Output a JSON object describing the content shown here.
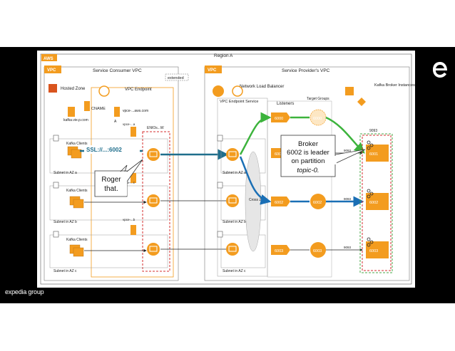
{
  "region": {
    "cloud_label": "AWS",
    "title": "Region A"
  },
  "consumer_vpc": {
    "badge": "VPC",
    "title": "Service Consumer VPC"
  },
  "provider_vpc": {
    "badge": "VPC",
    "title": "Service Provider's VPC"
  },
  "peering_label": "extended",
  "hosted_zone": {
    "title": "Hosted Zone",
    "cname": "CNAME",
    "record": "kafka.vie.p.com"
  },
  "vpc_endpoint": {
    "title": "VPC Endpoint",
    "dns": "vpce-...aws.com",
    "a_record": "A",
    "eni_label": "vpce-...a",
    "eni_group": "ENIOs...W",
    "eni_b": "vpce-...b",
    "eni_c": "vpce-...c"
  },
  "consumer_subnets": [
    {
      "client": "Kafka Clients",
      "label": "Subnet in AZ a"
    },
    {
      "client": "Kafka Clients",
      "label": "Subnet in AZ b"
    },
    {
      "client": "Kafka Clients",
      "label": "Subnet in AZ c"
    }
  ],
  "ssl_label": "SSL://...:6002",
  "nlb": {
    "title": "Network Load Balancer",
    "endpoint_service": "VPC Endpoint Service"
  },
  "listeners": {
    "title": "Listeners",
    "values": [
      "6000",
      "6001",
      "6002",
      "6003"
    ]
  },
  "target_groups": {
    "title": "Target Groups",
    "values": [
      "6000",
      "6002",
      "6003"
    ]
  },
  "provider_subnets": [
    "Subnet in AZ a",
    "Subnet in AZ b",
    "Subnet in AZ c"
  ],
  "cross_zone": "Cross Zone",
  "kafka": {
    "title": "Kafka Broker Instances",
    "group": "9093",
    "ports": [
      "9093",
      "9093",
      "9093"
    ],
    "brokers": [
      "6001",
      "6002",
      "6003"
    ]
  },
  "bubble_roger": [
    "Roger",
    "that."
  ],
  "bubble_broker": [
    "Broker",
    "6002 is leader",
    "on partition",
    "topic-0."
  ],
  "brand": "expedia group",
  "colors": {
    "aws_orange": "#f39c1f",
    "teal": "#1f6e8c",
    "green": "#3cb33c",
    "blue": "#1a6fb5",
    "red_dash": "#d62c2c",
    "green_dash": "#4aa84a"
  }
}
